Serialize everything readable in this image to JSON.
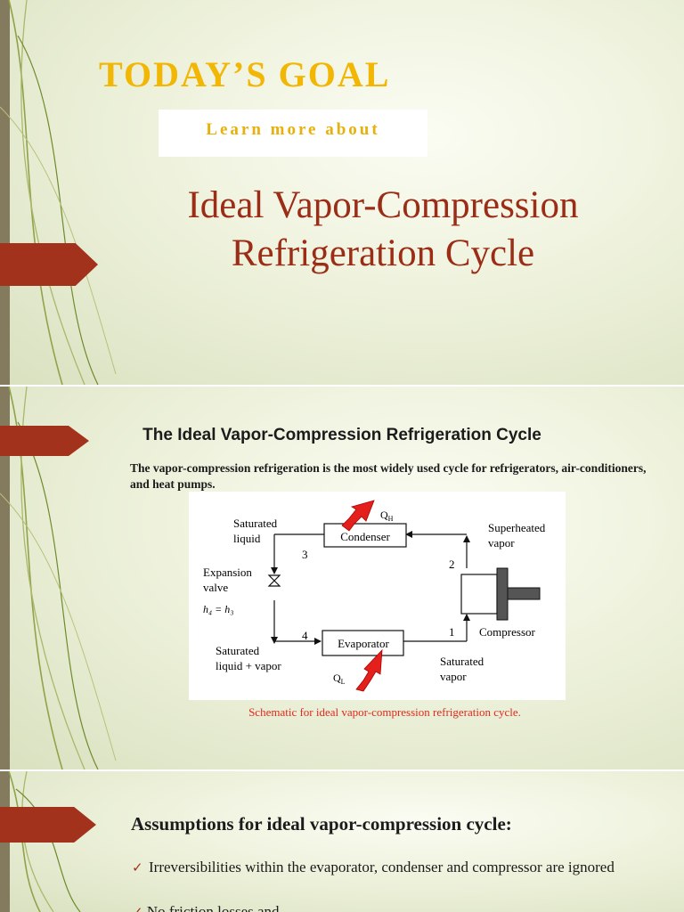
{
  "slide1": {
    "heading": "TODAY’S GOAL",
    "subheading": "Learn more about",
    "title_line1": "Ideal Vapor-Compression",
    "title_line2": "Refrigeration Cycle"
  },
  "slide2": {
    "heading": "The Ideal Vapor-Compression Refrigeration Cycle",
    "intro": "The vapor-compression refrigeration is the most widely used cycle for refrigerators, air-conditioners, and heat pumps.",
    "diagram": {
      "condenser": "Condenser",
      "evaporator": "Evaporator",
      "qh_label": "Q",
      "qh_sub": "H",
      "ql_label": "Q",
      "ql_sub": "L",
      "saturated_liquid_1": "Saturated",
      "saturated_liquid_2": "liquid",
      "superheated_1": "Superheated",
      "superheated_2": "vapor",
      "expansion_1": "Expansion",
      "expansion_2": "valve",
      "h_equation": "h₄ = h₃",
      "compressor": "Compressor",
      "sat_mix_1": "Saturated",
      "sat_mix_2": "liquid + vapor",
      "sat_vapor_1": "Saturated",
      "sat_vapor_2": "vapor",
      "state_1": "1",
      "state_2": "2",
      "state_3": "3",
      "state_4": "4"
    },
    "caption": "Schematic for ideal vapor-compression refrigeration cycle."
  },
  "slide3": {
    "heading": "Assumptions for ideal vapor-compression cycle:",
    "bullets": [
      "Irreversibilities within the evaporator, condenser and compressor are ignored",
      "No friction losses and"
    ]
  },
  "colors": {
    "accent_red": "#a3321c",
    "gold": "#f2b705",
    "title_red": "#9b2d17",
    "caption_red": "#e02a1e"
  },
  "icons": [
    "check-icon",
    "arrow-tab",
    "heat-arrow-icon"
  ]
}
